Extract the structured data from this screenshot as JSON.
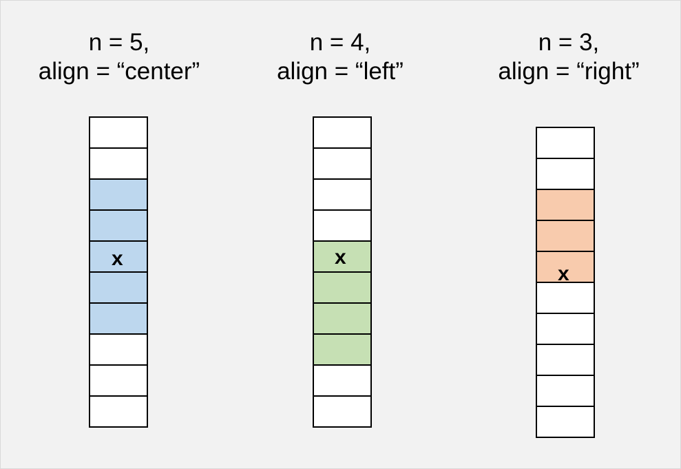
{
  "colors": {
    "background": "#f2f2f2",
    "cell_default": "#ffffff",
    "cell_border": "#000000"
  },
  "panels": [
    {
      "title_line1": "n = 5,",
      "title_line2": "align = “center”",
      "cell_count": 10,
      "highlight_start": 2,
      "highlight_count": 5,
      "marked_index": 4,
      "mark": "x",
      "highlight_color": "#bdd7ee"
    },
    {
      "title_line1": "n = 4,",
      "title_line2": "align = “left”",
      "cell_count": 10,
      "highlight_start": 4,
      "highlight_count": 4,
      "marked_index": 4,
      "mark": "x",
      "highlight_color": "#c6e0b4"
    },
    {
      "title_line1": "n = 3,",
      "title_line2": "align = “right”",
      "cell_count": 10,
      "highlight_start": 2,
      "highlight_count": 3,
      "marked_index": 4,
      "mark": "x",
      "highlight_color": "#f8cbad"
    }
  ]
}
